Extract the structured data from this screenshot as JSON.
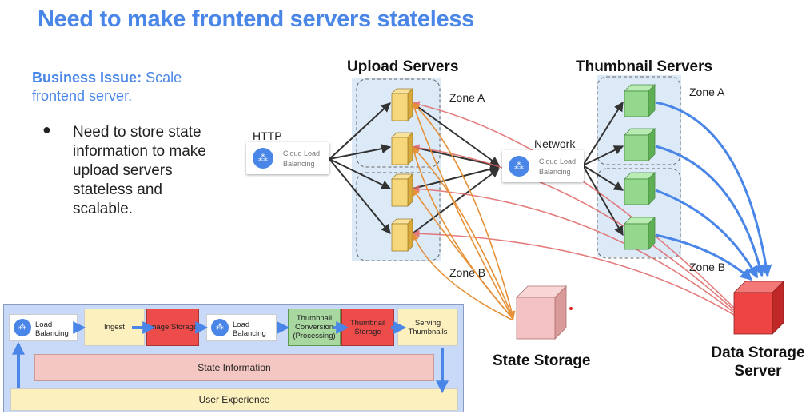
{
  "slide": {
    "title": "Need to make frontend servers stateless",
    "business_issue_label": "Business Issue:",
    "business_issue_text": " Scale frontend server.",
    "bullet_text": "Need to store state information to make upload servers stateless and scalable."
  },
  "diagram": {
    "http_label": "HTTP",
    "network_label": "Network",
    "lb1_label": "Cloud Load Balancing",
    "lb2_label": "Cloud Load Balancing",
    "upload_header": "Upload Servers",
    "thumb_header": "Thumbnail Servers",
    "upload_zone_a": "Zone A",
    "upload_zone_b": "Zone B",
    "thumb_zone_a": "Zone A",
    "thumb_zone_b": "Zone B",
    "state_storage": "State Storage",
    "data_storage": "Data Storage Server"
  },
  "pipeline": {
    "load_balancing_1": "Load Balancing",
    "ingest": "Ingest",
    "image_storage": "Image Storage",
    "load_balancing_2": "Load Balancing",
    "thumbnail_conversion": "Thumbnail Conversion (Processing)",
    "thumbnail_storage": "Thumbnail Storage",
    "serving_thumbnails": "Serving Thumbnails",
    "state_information": "State Information",
    "user_experience": "User Experience"
  },
  "colors": {
    "accent_blue": "#4a86e8",
    "upload_server": "#f6d77a",
    "thumb_server": "#93d88c",
    "state_storage": "#f4c2c2",
    "data_storage": "#ee4444",
    "flow_orange": "#e69138",
    "flow_red": "#e06666",
    "flow_blue": "#4a86e8"
  },
  "icons": {
    "load_balancer": "load-balancer-icon",
    "bullet": "bullet-icon"
  }
}
